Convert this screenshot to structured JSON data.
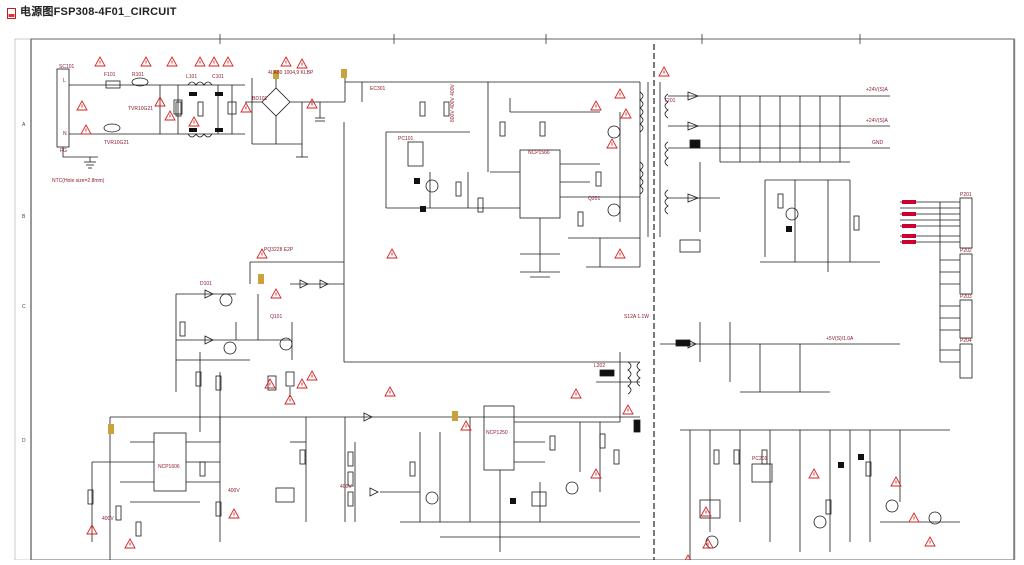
{
  "tab": {
    "icon": "pdf-document-icon",
    "prefix": "电源图",
    "title": "FSP308-4F01_CIRCUIT"
  },
  "colors": {
    "wire": "#1a1a1a",
    "label": "#8b1c2e",
    "warning": "#d62020",
    "frame": "#333333",
    "fill": "#111111"
  },
  "connector": {
    "id": "SC101",
    "pin_l": "L",
    "pin_n": "N",
    "pin_fg": "FG"
  },
  "labels": {
    "f101": "F101",
    "tvr": "TVR10G21",
    "tvr2": "TVR10G21",
    "l": "L101",
    "r101": "R101",
    "c101": "C101",
    "br": "BD101",
    "bridge_part": "4LA80 1004,9 KLBP",
    "thermistor": "NTC(Hole size=2.8mm)",
    "ps_chip": "PQ3228 E2P",
    "ncp_a": "NCP1566",
    "ncp_b": "NCP1250",
    "ncp_c": "NCP1606",
    "out1": "+24V(S)A",
    "out2": "+24V(S)A",
    "gnd": "GND",
    "out5": "+5V(S)/1.0A",
    "t_label": "T201",
    "ec": "EC301",
    "cn1": "P201",
    "cn2": "P202",
    "cn3": "P203",
    "cn4": "P204",
    "volt1": "400V",
    "volt2": "400V",
    "volt3": "400V",
    "volt4": "800V 400V 400V",
    "pc1": "PC101",
    "pc2": "PC201",
    "q1": "Q101",
    "q2": "Q201",
    "d1": "D101",
    "l24v": "S12A 1.1W",
    "dcl": "L202"
  },
  "grid": {
    "col_marks": [
      "",
      "",
      "",
      "",
      "",
      ""
    ],
    "row_marks": [
      "A",
      "B",
      "C",
      "D"
    ]
  }
}
